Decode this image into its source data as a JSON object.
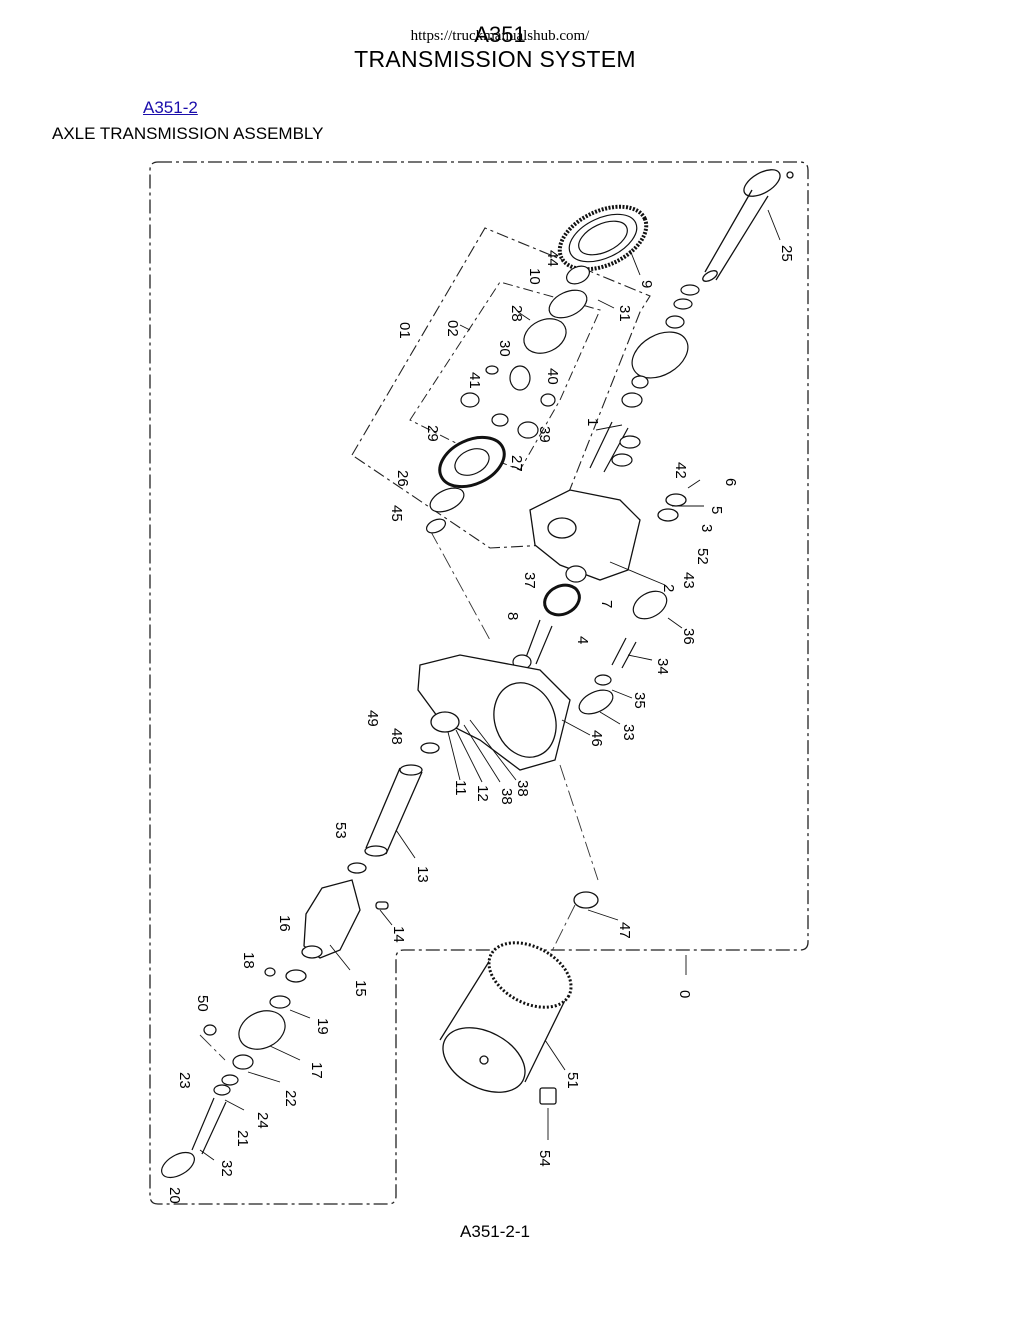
{
  "header": {
    "url": "https://truckmanualshub.com/",
    "section_code": "A351",
    "section_title": "TRANSMISSION SYSTEM"
  },
  "subsection": {
    "link": "A351-2",
    "title": "AXLE TRANSMISSION ASSEMBLY"
  },
  "diagram": {
    "callouts": [
      "25",
      "9",
      "44",
      "10",
      "31",
      "28",
      "01",
      "02",
      "30",
      "40",
      "41",
      "1",
      "39",
      "29",
      "27",
      "42",
      "6",
      "26",
      "5",
      "45",
      "3",
      "52",
      "43",
      "2",
      "37",
      "7",
      "36",
      "8",
      "4",
      "34",
      "35",
      "49",
      "48",
      "46",
      "33",
      "11",
      "12",
      "38",
      "38",
      "53",
      "13",
      "14",
      "47",
      "16",
      "15",
      "18",
      "0",
      "19",
      "50",
      "17",
      "51",
      "23",
      "22",
      "24",
      "21",
      "32",
      "54",
      "20"
    ]
  },
  "footer": {
    "page_number": "A351-2-1"
  }
}
